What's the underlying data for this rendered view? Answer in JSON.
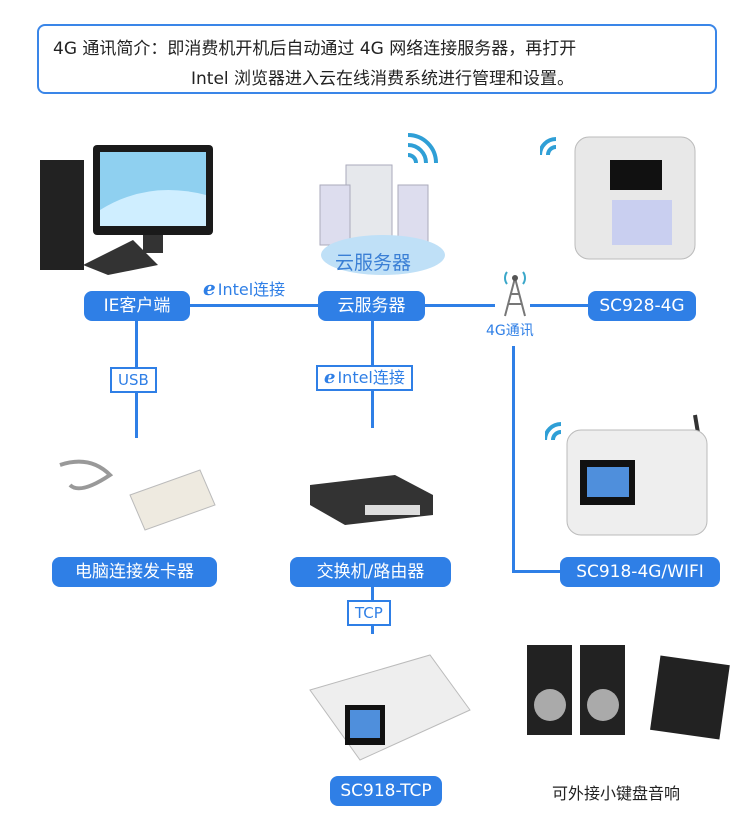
{
  "intro": {
    "line1": "4G 通讯简介：即消费机开机后自动通过 4G 网络连接服务器，再打开",
    "line2": "Intel 浏览器进入云在线消费系统进行管理和设置。"
  },
  "nodes": {
    "ie_client": "IE客户端",
    "cloud_server": "云服务器",
    "cloud_caption": "云服务器",
    "sc928": "SC928-4G",
    "card_issuer": "电脑连接发卡器",
    "switch": "交换机/路由器",
    "sc918_wifi": "SC918-4G/WIFI",
    "sc918_tcp": "SC918-TCP",
    "peripherals": "可外接小键盘音响"
  },
  "links": {
    "intel_top": "Intel连接",
    "intel_mid": "Intel连接",
    "usb": "USB",
    "tcp": "TCP",
    "g4": "4G通讯"
  },
  "icons": {
    "ie": "e"
  },
  "colors": {
    "accent": "#2f7fe6"
  }
}
